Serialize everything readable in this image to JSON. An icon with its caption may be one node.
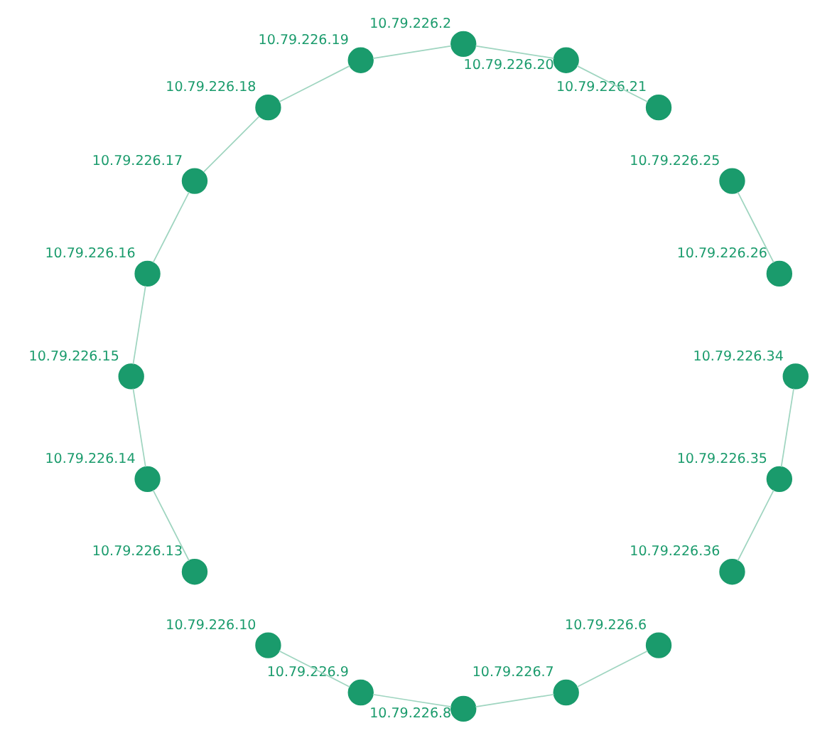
{
  "diagram": {
    "nodes": [
      {
        "text": [
          "10.79.226.35"
        ]
      },
      {
        "text": [
          "10.79.226.36"
        ]
      },
      {
        "text": [
          "10.79.226.6"
        ]
      },
      {
        "text": [
          "10.79.226.7"
        ]
      },
      {
        "text": [
          "10.79.226.8"
        ]
      },
      {
        "text": [
          "10.79.226.9"
        ]
      },
      {
        "text": [
          "10.79.226.10"
        ]
      },
      {
        "text": [
          "10.79.226.13"
        ]
      },
      {
        "text": [
          "10.79.226.14"
        ]
      },
      {
        "text": [
          "10.79.226.15"
        ]
      },
      {
        "text": [
          "10.79.226.16"
        ]
      },
      {
        "text": [
          "10.79.226.17"
        ]
      },
      {
        "text": [
          "10.79.226.18"
        ]
      },
      {
        "text": [
          "10.79.226.19"
        ]
      },
      {
        "text": [
          "10.79.226.2"
        ]
      },
      {
        "text": [
          "10.79.226.20"
        ]
      },
      {
        "text": [
          "10.79.226.21"
        ]
      },
      {
        "text": [
          "10.79.226.25"
        ]
      },
      {
        "text": [
          "10.79.226.26"
        ]
      },
      {
        "text": [
          "10.79.226.34"
        ]
      }
    ],
    "edges": [
      {
        "from": 19,
        "to": 0,
        "arrow": "none"
      },
      {
        "from": 0,
        "to": 1,
        "arrow": "none"
      },
      {
        "from": 2,
        "to": 3,
        "arrow": "none"
      },
      {
        "from": 3,
        "to": 4,
        "arrow": "none"
      },
      {
        "from": 4,
        "to": 5,
        "arrow": "none"
      },
      {
        "from": 5,
        "to": 6,
        "arrow": "none"
      },
      {
        "from": 7,
        "to": 8,
        "arrow": "none"
      },
      {
        "from": 8,
        "to": 9,
        "arrow": "none"
      },
      {
        "from": 9,
        "to": 10,
        "arrow": "none"
      },
      {
        "from": 10,
        "to": 11,
        "arrow": "none"
      },
      {
        "from": 11,
        "to": 12,
        "arrow": "none"
      },
      {
        "from": 12,
        "to": 13,
        "arrow": "none"
      },
      {
        "from": 13,
        "to": 14,
        "arrow": "none"
      },
      {
        "from": 14,
        "to": 15,
        "arrow": "none"
      },
      {
        "from": 15,
        "to": 16,
        "arrow": "none"
      },
      {
        "from": 18,
        "to": 17,
        "arrow": "none"
      }
    ]
  }
}
